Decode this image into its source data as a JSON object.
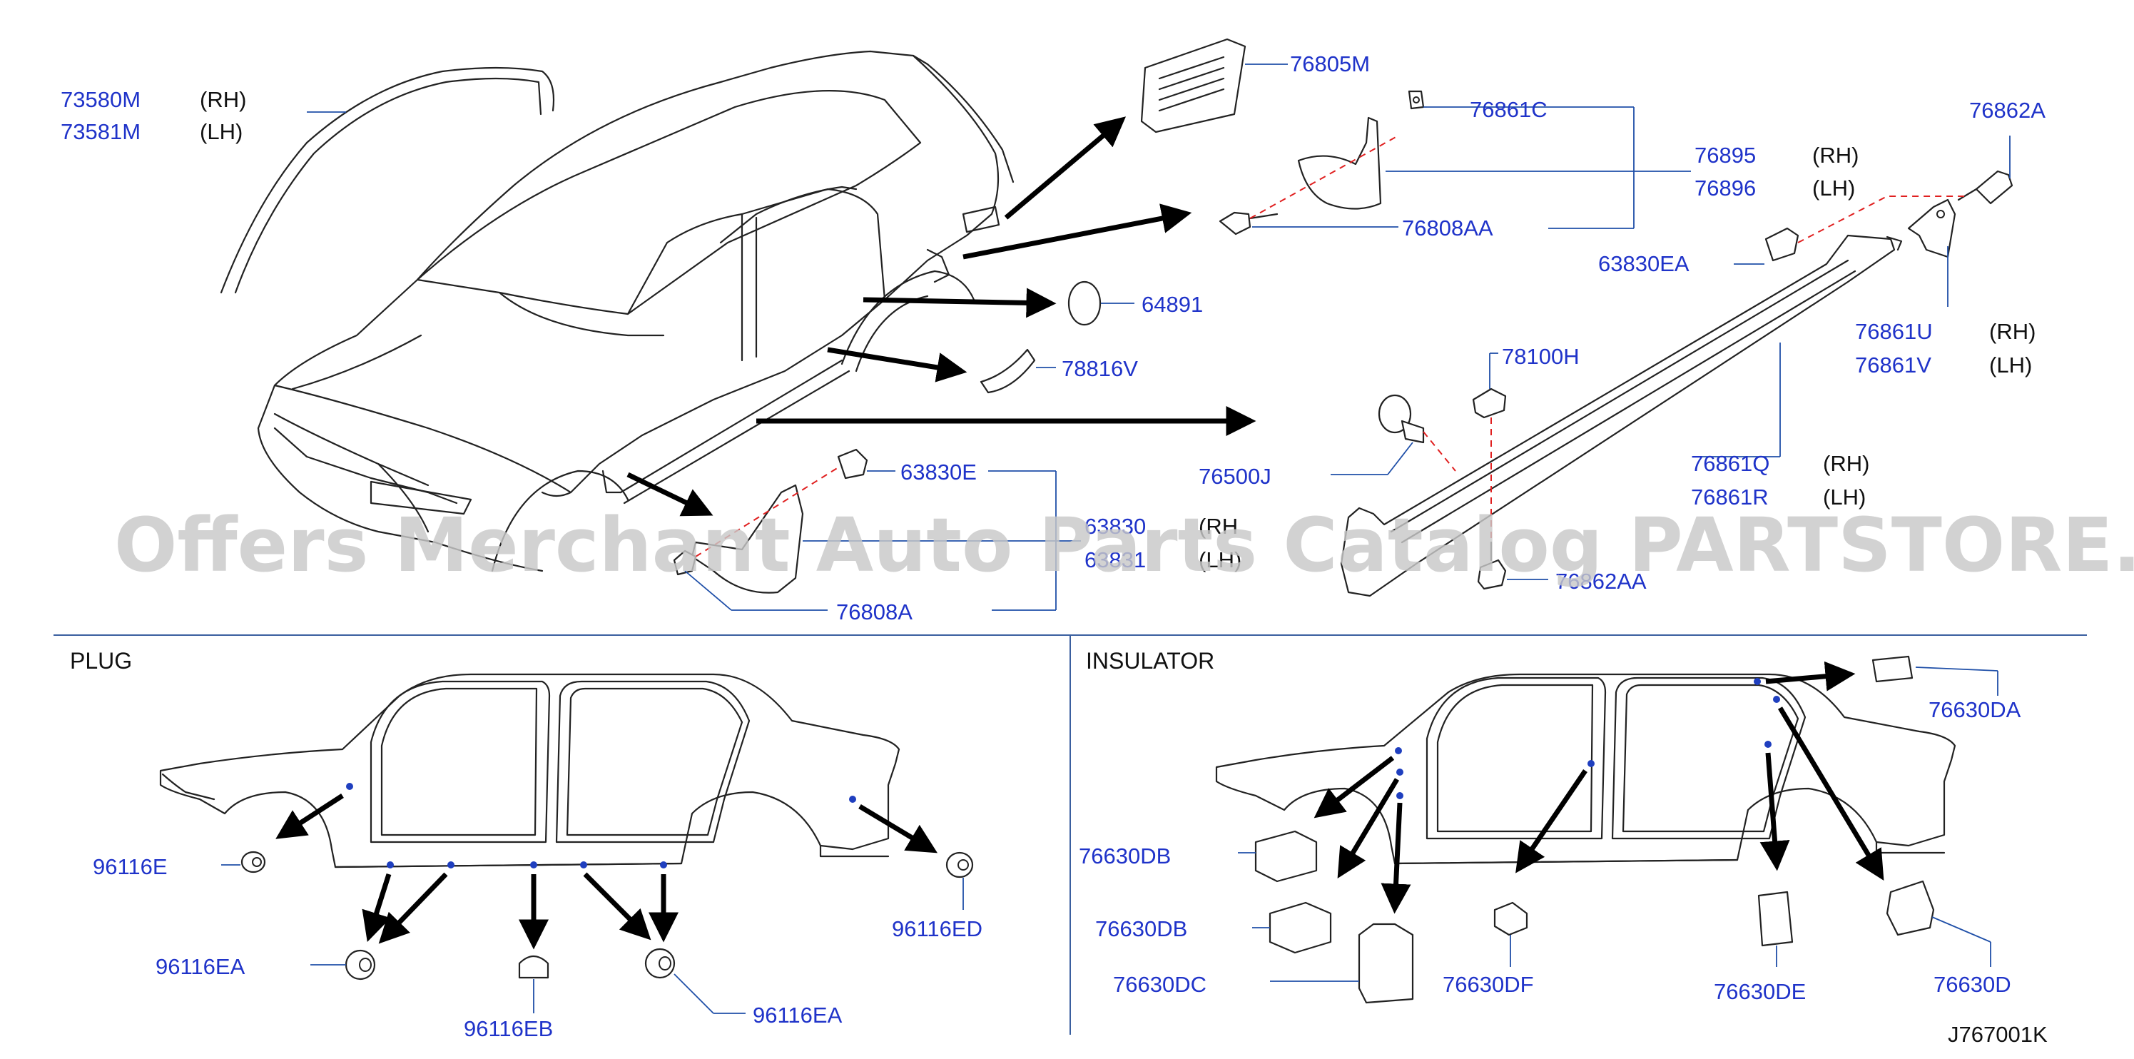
{
  "labels": {
    "p73580m": "73580M",
    "p73581m": "73581M",
    "p76805m": "76805M",
    "p76861c": "76861C",
    "p76895": "76895",
    "p76896": "76896",
    "p76808aa": "76808AA",
    "p76862a": "76862A",
    "p63830ea": "63830EA",
    "p64891": "64891",
    "p78816v": "78816V",
    "p76861u": "76861U",
    "p76861v": "76861V",
    "p78100h": "78100H",
    "p63830e": "63830E",
    "p63830": "63830",
    "p63831": "63831",
    "p76500j": "76500J",
    "p76861q": "76861Q",
    "p76861r": "76861R",
    "p76808a": "76808A",
    "p76862aa": "76862AA",
    "p96116e": "96116E",
    "p96116ea_left": "96116EA",
    "p96116eb": "96116EB",
    "p96116ea_right": "96116EA",
    "p96116ed": "96116ED",
    "p76630da": "76630DA",
    "p76630db_1": "76630DB",
    "p76630db_2": "76630DB",
    "p76630dc": "76630DC",
    "p76630df": "76630DF",
    "p76630de": "76630DE",
    "p76630d": "76630D"
  },
  "side_markers": {
    "rh": "(RH)",
    "lh": "(LH)",
    "rh_partial": "(RH",
    "lh_partial": "(LH)"
  },
  "sections": {
    "plug": "PLUG",
    "insulator": "INSULATOR"
  },
  "diagram_code": "J767001K",
  "watermark": "Offers Merchant Auto Parts Catalog PARTSTORE.SA",
  "colors": {
    "part_number": "#1f33c9",
    "leader_line": "#1f4fa8",
    "dashed_guide": "#e02020",
    "separator": "#3a5f9f",
    "watermark": "#c8c8c8"
  }
}
